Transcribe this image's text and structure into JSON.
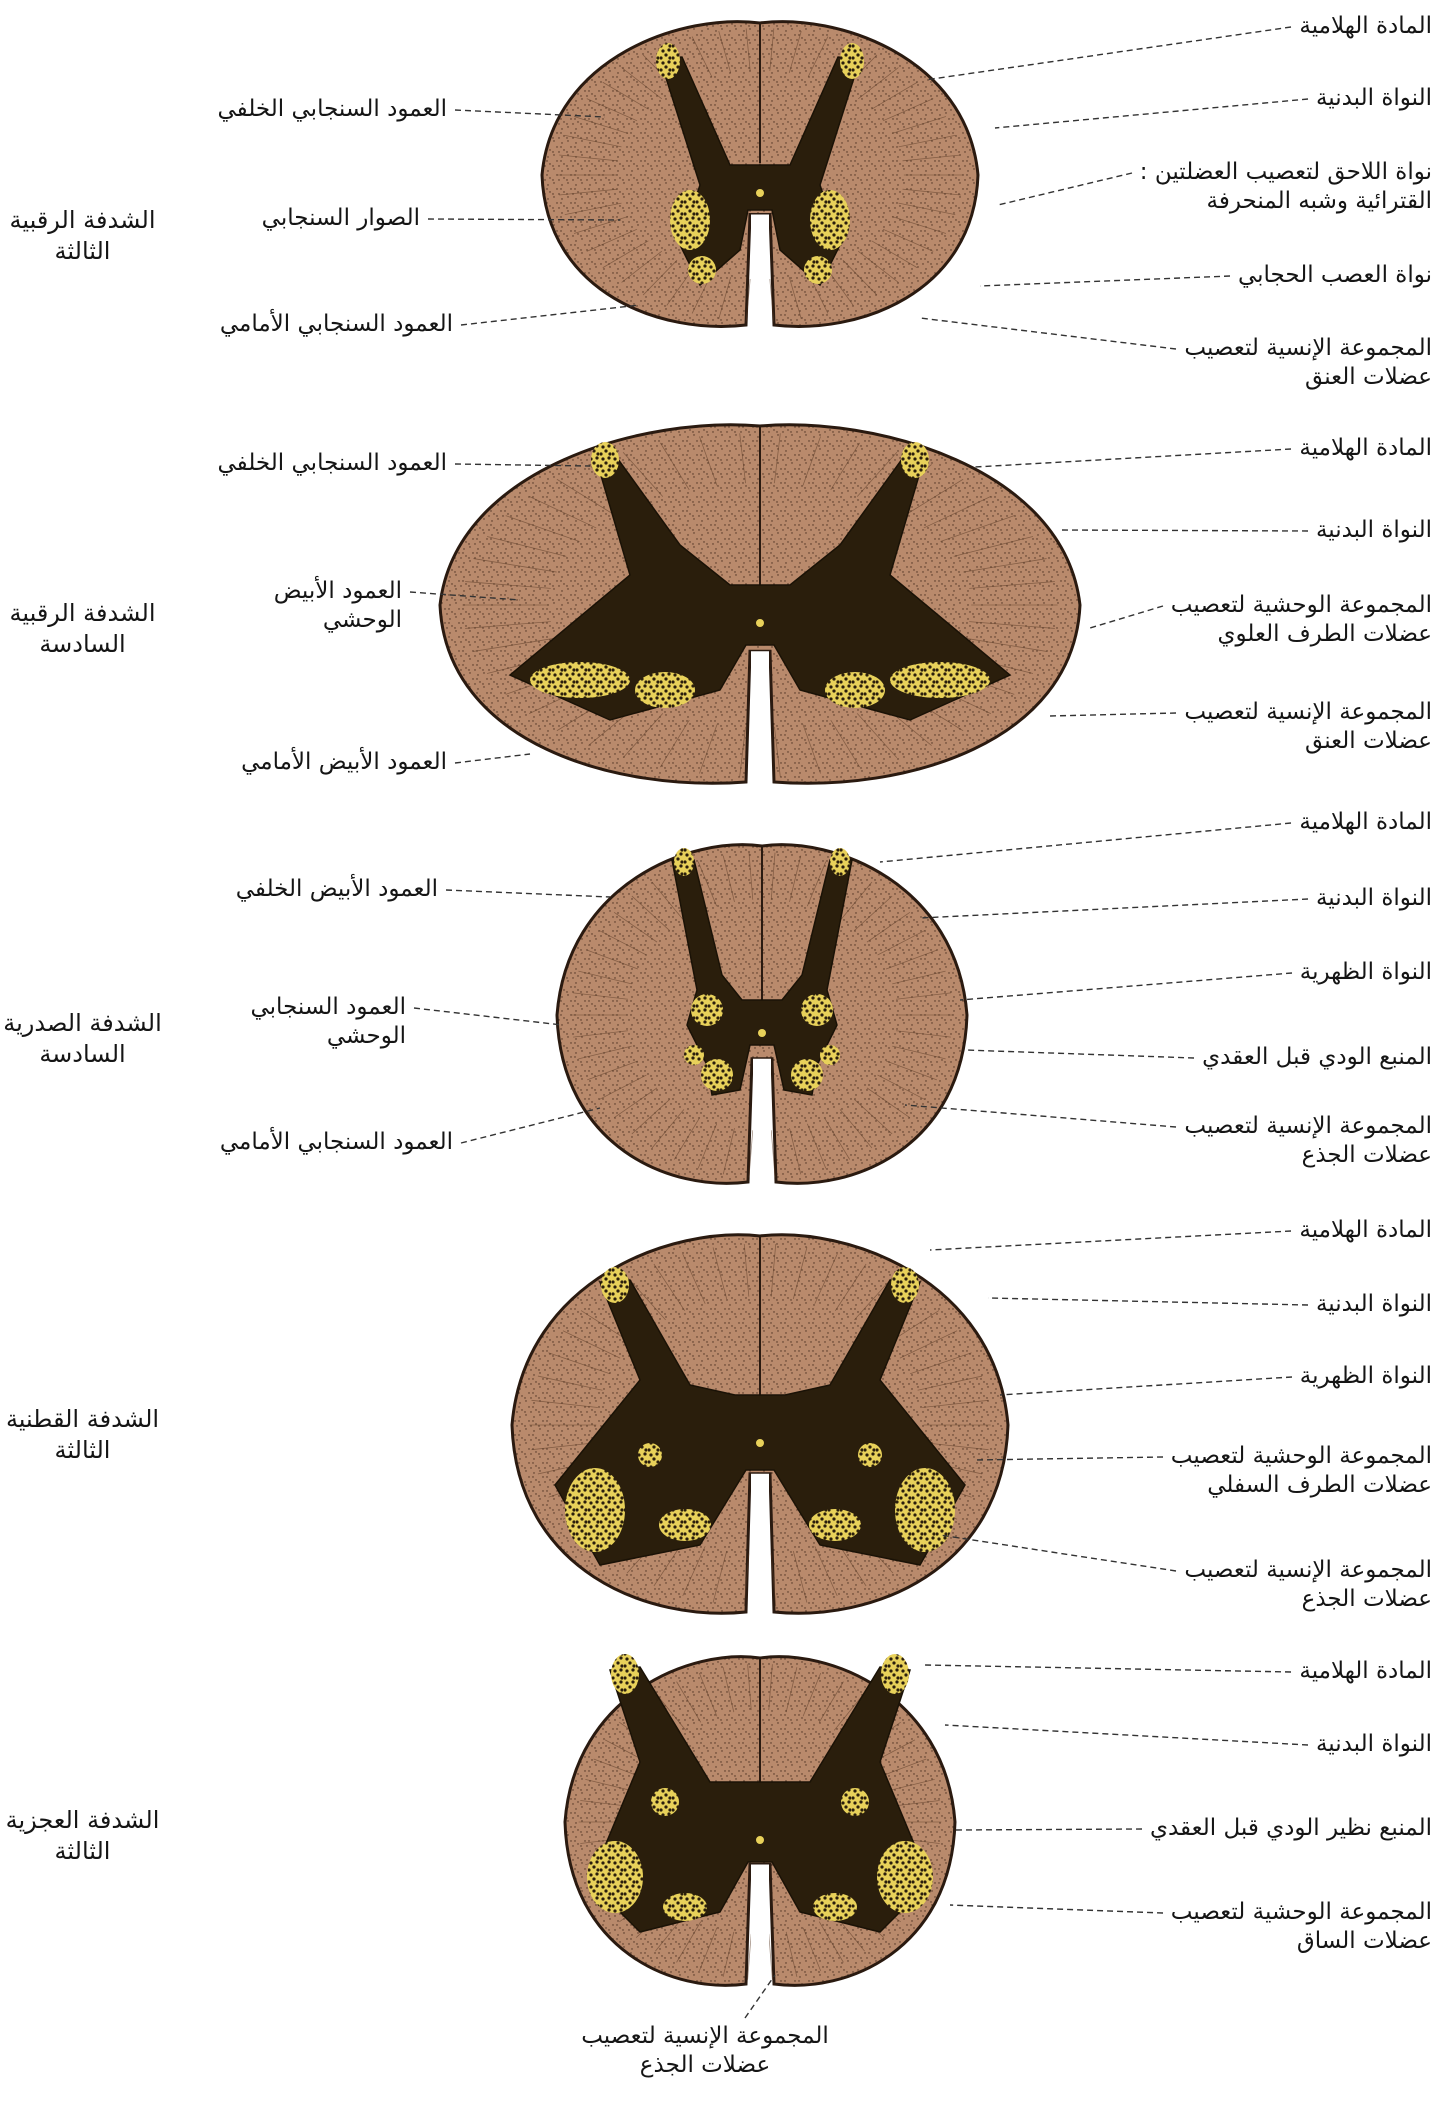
{
  "colors": {
    "white_matter": "#b98a6c",
    "gray_matter": "#2a1e0c",
    "nuclei": "#e8d15a",
    "outline": "#2a1a10",
    "leader": "#333333"
  },
  "sections": [
    {
      "title": [
        "الشدفة الرقبية",
        "الثالثة"
      ],
      "labels": [
        {
          "lines": [
            "المادة الهلامية"
          ]
        },
        {
          "lines": [
            "النواة البدنية"
          ]
        },
        {
          "lines": [
            "نواة اللاحق لتعصيب العضلتين :",
            "القترائية وشبه المنحرفة"
          ]
        },
        {
          "lines": [
            "نواة العصب الحجابي"
          ]
        },
        {
          "lines": [
            "المجموعة الإنسية لتعصيب",
            "عضلات العنق"
          ]
        },
        {
          "lines": [
            "العمود السنجابي الخلفي"
          ]
        },
        {
          "lines": [
            "الصوار السنجابي"
          ]
        },
        {
          "lines": [
            "العمود السنجابي الأمامي"
          ]
        }
      ]
    },
    {
      "title": [
        "الشدفة الرقبية",
        "السادسة"
      ],
      "labels": [
        {
          "lines": [
            "المادة الهلامية"
          ]
        },
        {
          "lines": [
            "النواة البدنية"
          ]
        },
        {
          "lines": [
            "المجموعة الوحشية لتعصيب",
            "عضلات الطرف العلوي"
          ]
        },
        {
          "lines": [
            "المجموعة الإنسية لتعصيب",
            "عضلات العنق"
          ]
        },
        {
          "lines": [
            "العمود السنجابي الخلفي"
          ]
        },
        {
          "lines": [
            "العمود الأبيض",
            "الوحشي"
          ]
        },
        {
          "lines": [
            "العمود الأبيض الأمامي"
          ]
        }
      ]
    },
    {
      "title": [
        "الشدفة الصدرية",
        "السادسة"
      ],
      "labels": [
        {
          "lines": [
            "المادة الهلامية"
          ]
        },
        {
          "lines": [
            "النواة البدنية"
          ]
        },
        {
          "lines": [
            "النواة الظهرية"
          ]
        },
        {
          "lines": [
            "المنبع الودي قبل العقدي"
          ]
        },
        {
          "lines": [
            "المجموعة الإنسية لتعصيب",
            "عضلات الجذع"
          ]
        },
        {
          "lines": [
            "العمود الأبيض الخلفي"
          ]
        },
        {
          "lines": [
            "العمود السنجابي",
            "الوحشي"
          ]
        },
        {
          "lines": [
            "العمود السنجابي الأمامي"
          ]
        }
      ]
    },
    {
      "title": [
        "الشدفة القطنية",
        "الثالثة"
      ],
      "labels": [
        {
          "lines": [
            "المادة الهلامية"
          ]
        },
        {
          "lines": [
            "النواة البدنية"
          ]
        },
        {
          "lines": [
            "النواة الظهرية"
          ]
        },
        {
          "lines": [
            "المجموعة الوحشية لتعصيب",
            "عضلات الطرف السفلي"
          ]
        },
        {
          "lines": [
            "المجموعة الإنسية لتعصيب",
            "عضلات الجذع"
          ]
        }
      ]
    },
    {
      "title": [
        "الشدفة العجزية",
        "الثالثة"
      ],
      "labels": [
        {
          "lines": [
            "المادة الهلامية"
          ]
        },
        {
          "lines": [
            "النواة البدنية"
          ]
        },
        {
          "lines": [
            "المنبع نظير الودي قبل العقدي"
          ]
        },
        {
          "lines": [
            "المجموعة الوحشية لتعصيب",
            "عضلات الساق"
          ]
        },
        {
          "lines": [
            "المجموعة الإنسية لتعصيب",
            "عضلات الجذع"
          ]
        }
      ]
    }
  ]
}
